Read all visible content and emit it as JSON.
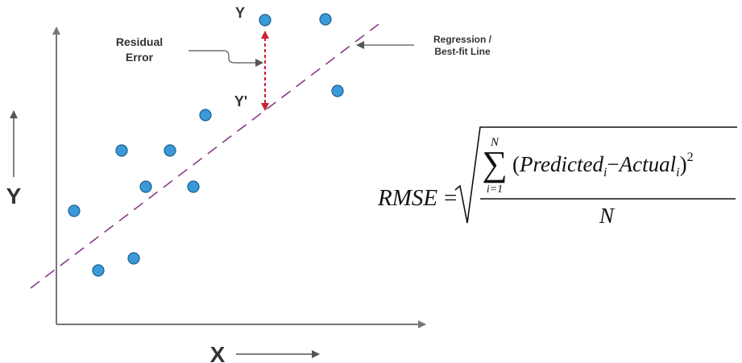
{
  "diagram": {
    "y_axis_label": "Y",
    "x_axis_label": "X",
    "observed_label": "Y",
    "predicted_label": "Y'",
    "residual_label_line1": "Residual",
    "residual_label_line2": "Error",
    "regression_label_line1": "Regression /",
    "regression_label_line2": "Best-fit Line",
    "colors": {
      "points": "#3a9ad9",
      "point_outline": "#1e5f8c",
      "regression_line": "#8b3a8b",
      "residual_arrow": "#cc2233",
      "axes": "#777777"
    }
  },
  "formula": {
    "lhs": "RMSE",
    "equals": "=",
    "sum_upper": "N",
    "sum_lower": "i=1",
    "predicted": "Predicted",
    "sub_i_1": "i",
    "minus": "−",
    "actual": "Actual",
    "sub_i_2": "i",
    "exponent": "2",
    "denominator": "N"
  }
}
